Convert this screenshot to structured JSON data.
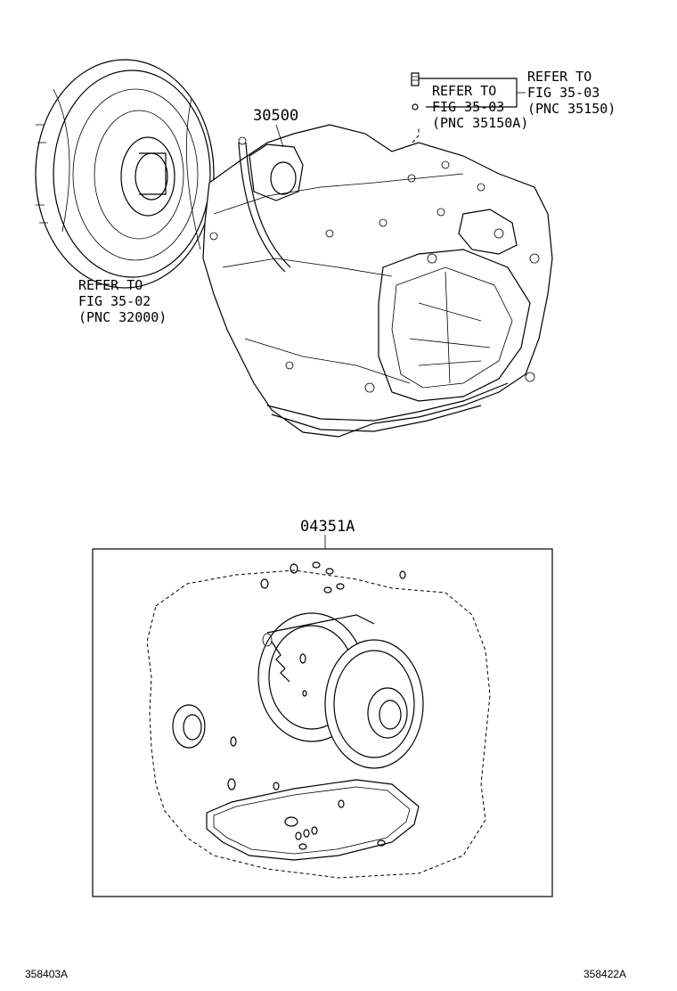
{
  "labels": {
    "converter_ref": [
      "REFER TO",
      "FIG 35-02",
      "(PNC 32000)"
    ],
    "ref_35150a": [
      "REFER TO",
      "FIG 35-03",
      "(PNC 35150A)"
    ],
    "ref_35150": [
      "REFER TO",
      "FIG 35-03",
      "(PNC 35150)"
    ],
    "part_transaxle": "30500",
    "part_gasket_kit": "04351A",
    "code_left": "358403A",
    "code_right": "358422A"
  }
}
